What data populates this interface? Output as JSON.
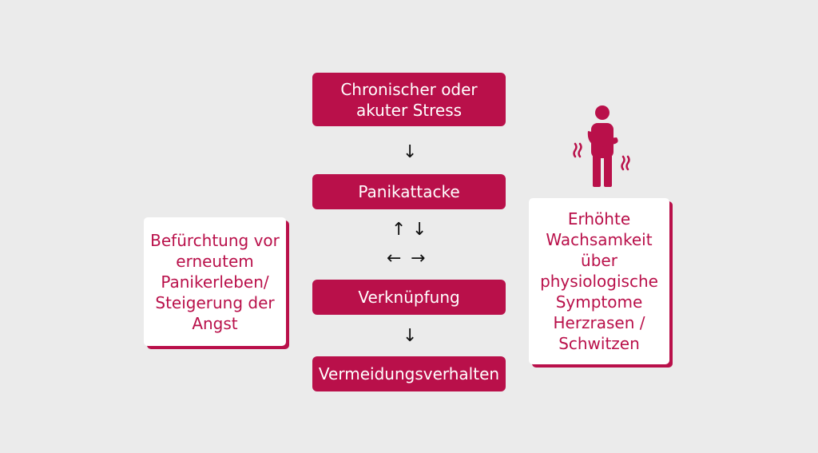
{
  "boxes": {
    "stress": "Chronischer oder\nakuter Stress",
    "panic": "Panikattacke",
    "link": "Verknüpfung",
    "avoid": "Vermeidungsverhalten"
  },
  "side": {
    "left": "Befürchtung vor\nerneutem\nPanikerleben/\nSteigerung der\nAngst",
    "right": "Erhöhte\nWachsamkeit\nüber\nphysiologische\nSymptome\nHerzrasen /\nSchwitzen"
  },
  "arrows": {
    "down": "↓",
    "up": "↑",
    "left": "←",
    "right": "→"
  },
  "icons": {
    "figure": "person-in-distress-icon"
  },
  "colors": {
    "accent": "#b9104a",
    "background": "#ebebeb"
  }
}
